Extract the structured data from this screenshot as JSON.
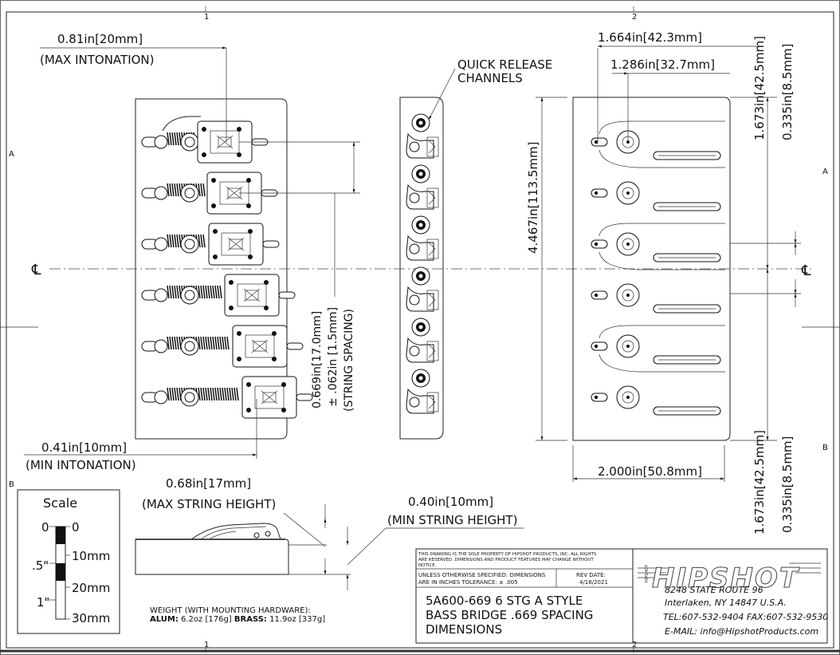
{
  "zones": {
    "col1": "1",
    "col2": "2",
    "rowA": "A",
    "rowB": "B"
  },
  "dims": {
    "max_intonation_val": "0.81in[20mm]",
    "max_intonation_lbl": "(MAX INTONATION)",
    "min_intonation_val": "0.41in[10mm]",
    "min_intonation_lbl": "(MIN INTONATION)",
    "quick_release_1": "QUICK RELEASE",
    "quick_release_2": "CHANNELS",
    "string_spacing_1": "0.669in[17.0mm]",
    "string_spacing_2": "± .062in [1.5mm]",
    "string_spacing_3": "(STRING SPACING)",
    "length": "4.467in[113.5mm]",
    "width_1664": "1.664in[42.3mm]",
    "width_1286": "1.286in[32.7mm]",
    "v1673_top": "1.673in[42.5mm]",
    "v0335_top": "0.335in[8.5mm]",
    "v1673_bot": "1.673in[42.5mm]",
    "v0335_bot": "0.335in[8.5mm]",
    "width_2000": "2.000in[50.8mm]",
    "max_height_val": "0.68in[17mm]",
    "max_height_lbl": "(MAX STRING HEIGHT)",
    "min_height_val": "0.40in[10mm]",
    "min_height_lbl": "(MIN STRING HEIGHT)",
    "centerline": "℄"
  },
  "scale": {
    "title": "Scale",
    "in_0": "0",
    "in_half": ".5\"",
    "in_1": "1\"",
    "mm_0": "0",
    "mm_10": "10mm",
    "mm_20": "20mm",
    "mm_30": "30mm"
  },
  "weight": {
    "line1": "WEIGHT (WITH MOUNTING HARDWARE):",
    "alum_label": "ALUM:",
    "alum_value": "6.2oz [176g]",
    "brass_label": "BRASS:",
    "brass_value": "11.9oz [337g]"
  },
  "title_block": {
    "notice_1": "THIS DRAWING IS THE SOLE PROPERTY OF HIPSHOT PRODUCTS, INC. ALL RIGHTS",
    "notice_2": "ARE RESERVED. DIMENSIONS AND PRODUCT FEATURES MAY CHANGE WITHOUT",
    "notice_3": "NOTICE.",
    "spec_1": "UNLESS OTHERWISE SPECIFIED: DIMENSIONS",
    "spec_2": "ARE IN INCHES TOLERANCE:  ± .005",
    "rev_label": "REV DATE:",
    "rev_date": "4/18/2021",
    "title_1": "5A600-669 6 STG A STYLE",
    "title_2": "BASS BRIDGE .669 SPACING",
    "title_3": "DIMENSIONS",
    "logo": "HIPSHOT",
    "logo_small": "HIPSHOT",
    "addr_1": "8248 STATE ROUTE 96",
    "addr_2": "Interlaken, NY 14847 U.S.A.",
    "tel": "TEL:607-532-9404 FAX:607-532-9530",
    "email": "E-MAIL: info@HipshotProducts.com"
  }
}
